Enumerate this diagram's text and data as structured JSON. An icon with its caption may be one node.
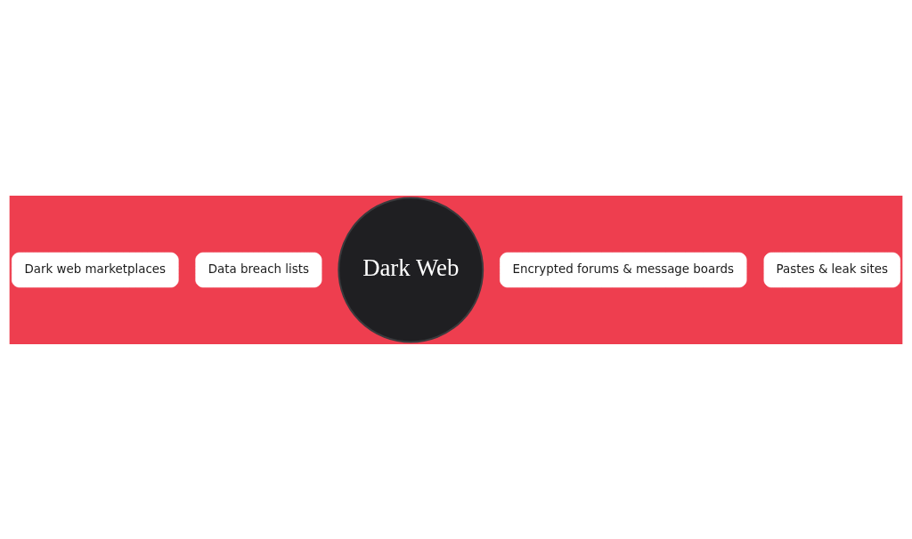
{
  "diagram": {
    "nodes": [
      {
        "text": [
          "Dark web marketplaces"
        ]
      },
      {
        "text": [
          "Data breach lists"
        ]
      },
      {
        "text": [
          "Dark Web"
        ]
      },
      {
        "text": [
          "Encrypted forums & message boards"
        ]
      },
      {
        "text": [
          "Pastes & leak sites"
        ]
      }
    ]
  }
}
